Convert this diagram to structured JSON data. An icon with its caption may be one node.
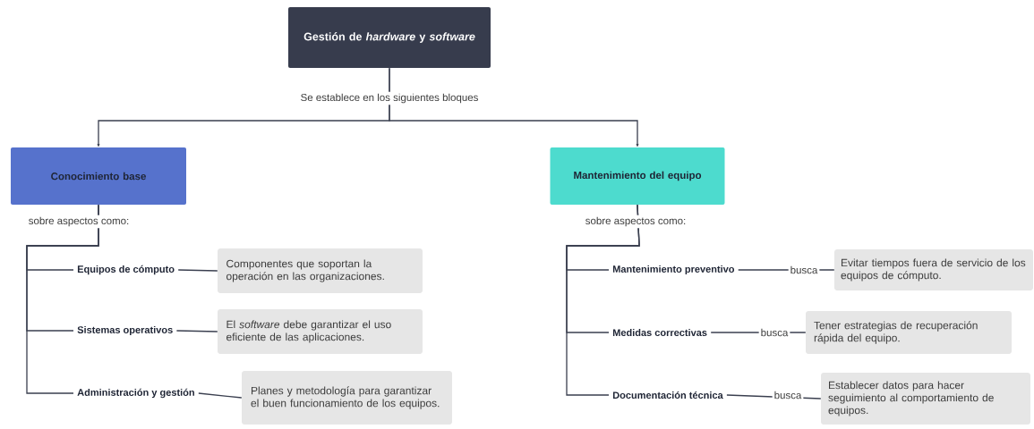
{
  "diagram": {
    "nodes": [
      {
        "text": [
          "Gestión de *hardware* y *software*"
        ]
      },
      {
        "text": [
          "Conocimiento base"
        ]
      },
      {
        "text": [
          "Mantenimiento del equipo"
        ]
      },
      {
        "text": [
          "Equipos de cómputo"
        ]
      },
      {
        "text": [
          "Sistemas operativos"
        ]
      },
      {
        "text": [
          "Administración y gestión"
        ]
      },
      {
        "text": [
          "Componentes que soportan la operación en las organizaciones."
        ]
      },
      {
        "text": [
          "El *software* debe garantizar el uso eficiente de las aplicaciones."
        ]
      },
      {
        "text": [
          "Planes y metodología para garantizar el buen funcionamiento de los equipos."
        ]
      },
      {
        "text": [
          "Mantenimiento preventivo"
        ]
      },
      {
        "text": [
          "Medidas correctivas"
        ]
      },
      {
        "text": [
          "Documentación técnica"
        ]
      },
      {
        "text": [
          "Evitar tiempos fuera de servicio de los equipos de cómputo."
        ]
      },
      {
        "text": [
          "Tener estrategias de recuperación rápida del equipo."
        ]
      },
      {
        "text": [
          "Establecer datos para hacer seguimiento al comportamiento de equipos."
        ]
      }
    ],
    "edges": [
      {
        "from": 0,
        "to": 1,
        "arrow": "to",
        "label": "Se establece en los siguientes bloques"
      },
      {
        "from": 0,
        "to": 2,
        "arrow": "to"
      },
      {
        "from": 1,
        "to": 3,
        "arrow": "none",
        "label": "sobre aspectos como:"
      },
      {
        "from": 1,
        "to": 4,
        "arrow": "none"
      },
      {
        "from": 1,
        "to": 5,
        "arrow": "none"
      },
      {
        "from": 3,
        "to": 6,
        "arrow": "none"
      },
      {
        "from": 4,
        "to": 7,
        "arrow": "none"
      },
      {
        "from": 5,
        "to": 8,
        "arrow": "none"
      },
      {
        "from": 2,
        "to": 9,
        "arrow": "none",
        "label": "sobre aspectos como:"
      },
      {
        "from": 2,
        "to": 10,
        "arrow": "none"
      },
      {
        "from": 2,
        "to": 11,
        "arrow": "none"
      },
      {
        "from": 9,
        "to": 12,
        "arrow": "none",
        "label": "busca"
      },
      {
        "from": 10,
        "to": 13,
        "arrow": "none",
        "label": "busca"
      },
      {
        "from": 11,
        "to": 14,
        "arrow": "none",
        "label": "busca"
      }
    ]
  }
}
